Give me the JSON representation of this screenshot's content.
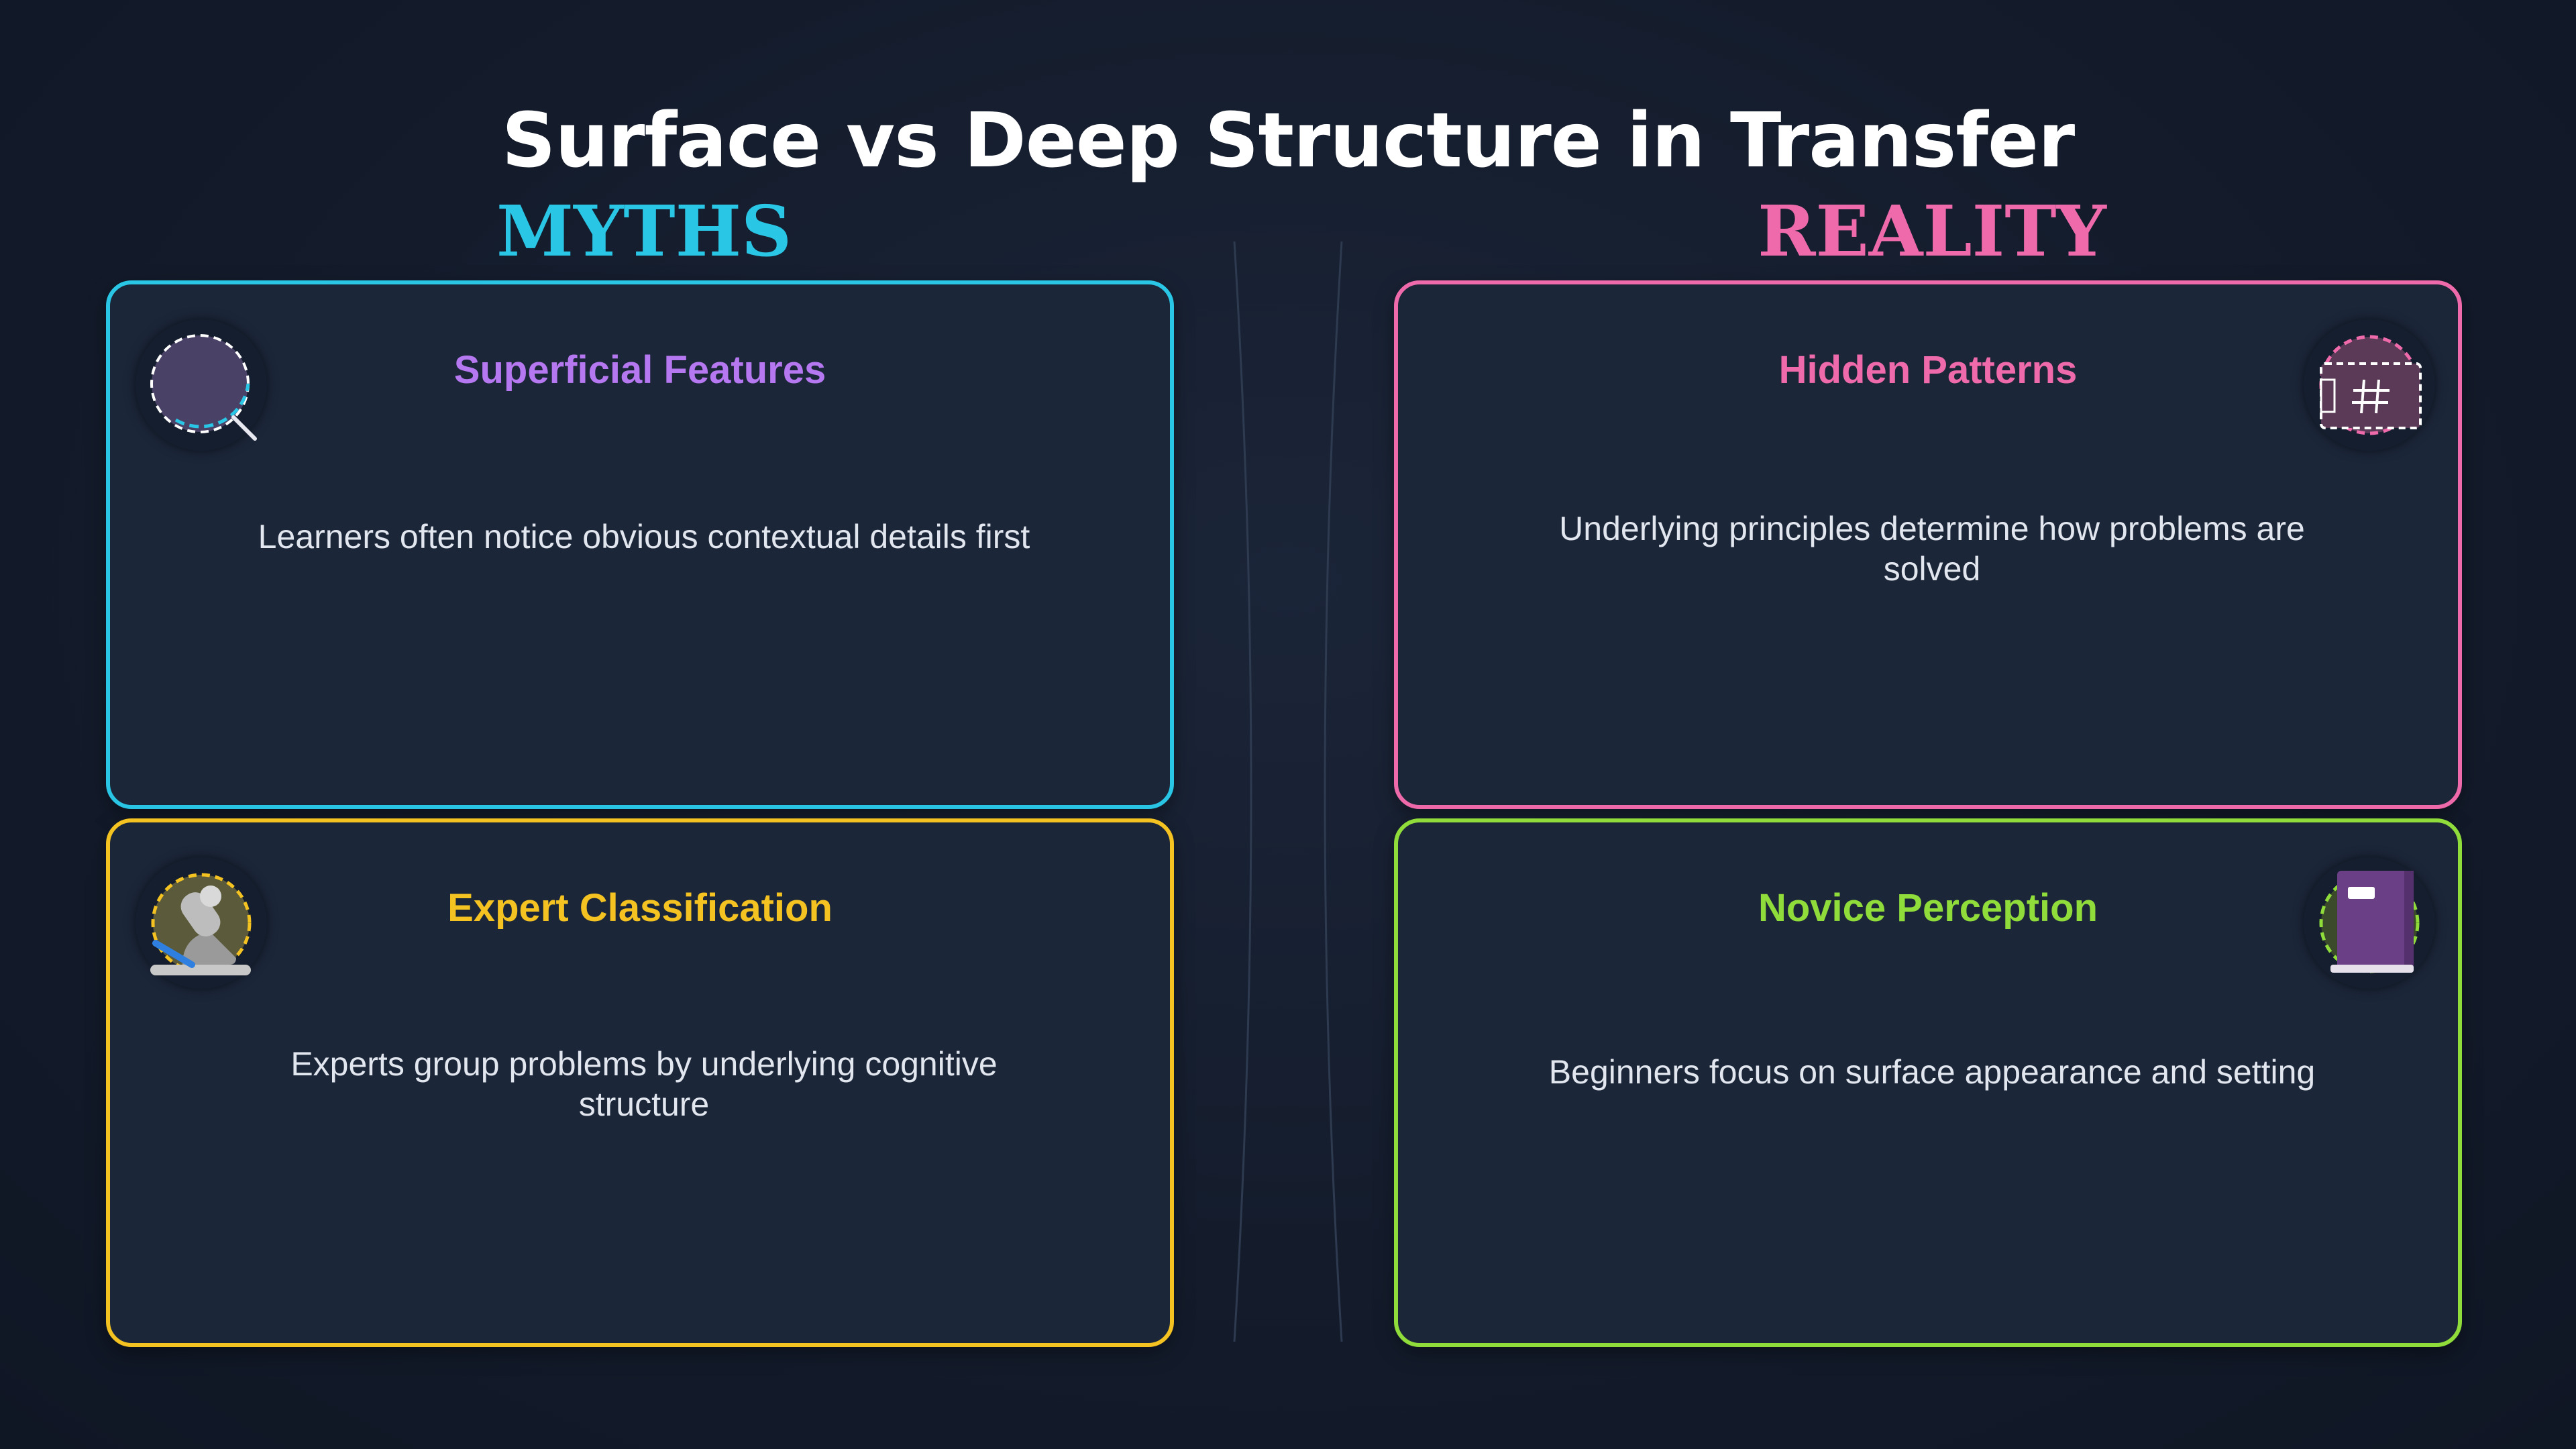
{
  "title": "Surface vs Deep Structure in Transfer",
  "columns": {
    "left": {
      "label": "MYTHS",
      "color": "#2ac6e6"
    },
    "right": {
      "label": "REALITY",
      "color": "#ef6aaa"
    }
  },
  "cards": {
    "superficial": {
      "title": "Superficial Features",
      "text": "Learners often notice obvious contextual details first",
      "title_color": "#b678f0",
      "border_color": "#2ac6e6",
      "icon": "magnifier-icon"
    },
    "expert": {
      "title": "Expert Classification",
      "text": "Experts group problems by underlying cognitive structure",
      "title_color": "#f5c321",
      "border_color": "#f5c321",
      "icon": "microscope-icon"
    },
    "hidden": {
      "title": "Hidden Patterns",
      "text": "Underlying principles determine how problems are solved",
      "title_color": "#ef6aaa",
      "border_color": "#ef6aaa",
      "icon": "hashtag-frame-icon"
    },
    "novice": {
      "title": "Novice Perception",
      "text": "Beginners focus on surface appearance and setting",
      "title_color": "#8fdc3a",
      "border_color": "#8fdc3a",
      "icon": "book-icon"
    }
  }
}
